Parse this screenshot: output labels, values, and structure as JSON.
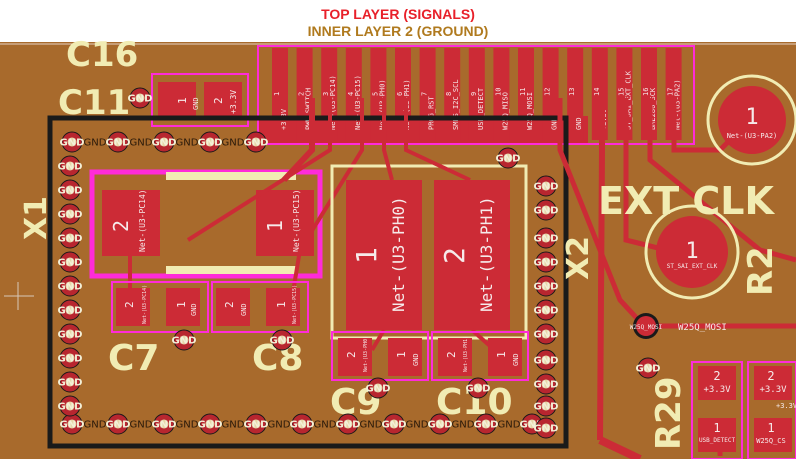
{
  "header": {
    "title_top": "TOP LAYER (SIGNALS)",
    "title_inner": "INNER LAYER 2 (GROUND)"
  },
  "colors": {
    "board": "#a86a2c",
    "copper": "#cc2b36",
    "silkscreen": "#f1ecb3",
    "courtyard": "#ff2bd9",
    "via_ring": "#b8262f",
    "header_top": "#e8202a",
    "header_inner": "#b07a1e"
  },
  "refs": {
    "c16": "C16",
    "c11": "C11",
    "x1": "X1",
    "x2": "X2",
    "c7": "C7",
    "c8": "C8",
    "c9": "C9",
    "c10": "C10",
    "ext_clk": "EXT CLK",
    "r29": "R29",
    "r2": "R2"
  },
  "gnd_label": "GND",
  "connector": {
    "pins": [
      {
        "num": "1",
        "net": "+3.3V"
      },
      {
        "num": "2",
        "net": "PWR_SWITCH"
      },
      {
        "num": "3",
        "net": "Net-(U3-PC14)"
      },
      {
        "num": "4",
        "net": "Net-(U3-PC15)"
      },
      {
        "num": "5",
        "net": "Net-(U3-PH0)"
      },
      {
        "num": "6",
        "net": "Net-(U3-PH1)"
      },
      {
        "num": "7",
        "net": "PROG_RST"
      },
      {
        "num": "8",
        "net": "SMPS_I2C_SCL"
      },
      {
        "num": "9",
        "net": "USB_DETECT"
      },
      {
        "num": "10",
        "net": "W25Q_MISO"
      },
      {
        "num": "11",
        "net": "W25Q_MOSI"
      },
      {
        "num": "12",
        "net": "GND"
      },
      {
        "num": "13",
        "net": "GND"
      },
      {
        "num": "14",
        "net": "+3.3V"
      },
      {
        "num": "15",
        "net": "ST_SAI_EXT_CLK"
      },
      {
        "num": "16",
        "net": "BME280_SCK"
      },
      {
        "num": "17",
        "net": "Net-(U3-PA2)"
      }
    ]
  },
  "c11_pads": {
    "p1": "1",
    "p1_net": "GND",
    "p2": "2",
    "p2_net": "+3.3V"
  },
  "x1_pads": {
    "p1": "1",
    "p1_net": "Net-(U3-PC15)",
    "p2": "2",
    "p2_net": "Net-(U3-PC14)"
  },
  "c7_pads": {
    "p1": "1",
    "p1_net": "GND",
    "p2": "2",
    "p2_net": "Net-(U3-PC14)"
  },
  "c8_pads": {
    "p1": "1",
    "p1_net": "Net-(U3-PC15)",
    "p2": "2",
    "p2_net": "GND"
  },
  "x2_pads": {
    "p1": "1",
    "p1_net": "Net-(U3-PH0)",
    "p2": "2",
    "p2_net": "Net-(U3-PH1)"
  },
  "c9_pads": {
    "p1": "1",
    "p1_net": "GND",
    "p2": "2",
    "p2_net": "Net-(U3-PH0)"
  },
  "c10_pads": {
    "p1": "1",
    "p1_net": "GND",
    "p2": "2",
    "p2_net": "Net-(U3-PH1)"
  },
  "pa2_pad": {
    "num": "1",
    "net": "Net-(U3-PA2)"
  },
  "extclk_pad": {
    "num": "1",
    "net": "ST_SAI_EXT_CLK"
  },
  "w25q_via": {
    "via": "W25Q_MOSI",
    "trace": "W25Q_MOSI"
  },
  "r_usb": {
    "p1": "1",
    "p1_net": "USB_DETECT",
    "p2": "2",
    "p2_net": "+3.3V"
  },
  "r_cs": {
    "p1": "1",
    "p1_net": "W25Q_CS",
    "p2": "2",
    "p2_net": "+3.3V",
    "extra_net": "+3.3V"
  }
}
